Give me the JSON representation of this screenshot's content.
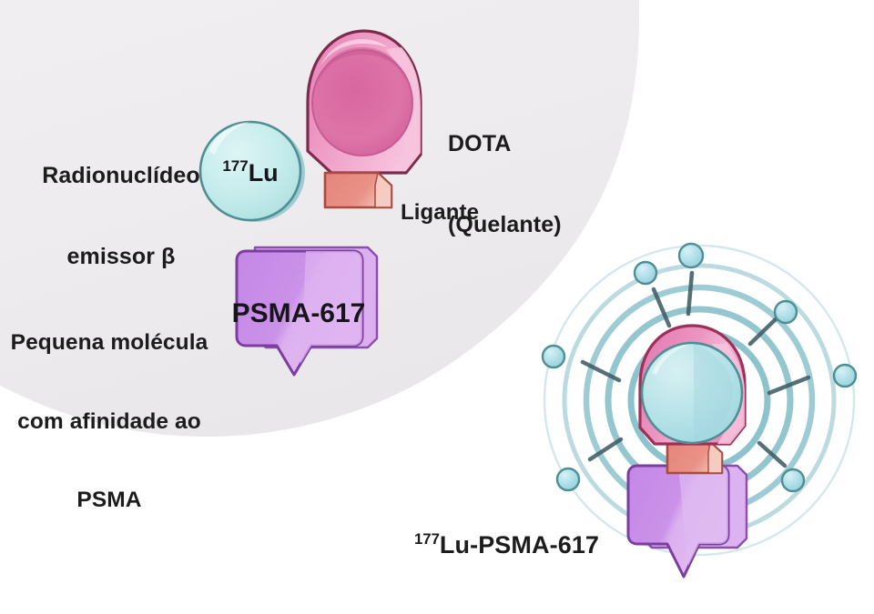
{
  "diagram": {
    "title": "177Lu-PSMA-617 structure",
    "background_color": "#ffffff",
    "blob_color": "#eeecee"
  },
  "labels": {
    "radionuclide": {
      "line1": "Radionuclídeo",
      "line2": "emissor β"
    },
    "dota": {
      "line1": "DOTA",
      "line2": "(Quelante)"
    },
    "ligante": "Ligante",
    "small_molecule": {
      "line1": "Pequena molécula",
      "line2": "com afinidade ao",
      "line3": "PSMA"
    },
    "complex": {
      "superscript": "177",
      "text": "Lu-PSMA-617"
    }
  },
  "shapes": {
    "lutetium_sphere": {
      "superscript": "177",
      "element": "Lu",
      "fill": "#bfe9ea",
      "stroke": "#4d8f93"
    },
    "dota_chelator": {
      "name": "DOTA",
      "fill": "#e98bbd",
      "fill_light": "#f2a8cd",
      "stroke": "#7d2b4d"
    },
    "linker": {
      "name": "Ligante",
      "fill": "#e8897e",
      "fill_light": "#f5c3b6",
      "stroke": "#a84b42"
    },
    "psma_ligand": {
      "label": "PSMA-617",
      "fill": "#c88de8",
      "fill_light": "#d9aaee",
      "stroke": "#7b3ea0"
    },
    "radiation_arcs": {
      "color": "#79b8c4",
      "count": 5
    },
    "emission_dots": {
      "fill": "#a9dbe6",
      "stroke": "#4d8f93",
      "count": 8
    }
  },
  "colors": {
    "text": "#1c1c1c",
    "blob": "#eeecee",
    "cyan": "#bfe9ea",
    "cyan_stroke": "#4d8f93",
    "pink": "#e98bbd",
    "pink_stroke": "#7d2b4d",
    "salmon": "#e8897e",
    "purple": "#c88de8",
    "purple_stroke": "#7b3ea0",
    "arc": "#79b8c4"
  }
}
